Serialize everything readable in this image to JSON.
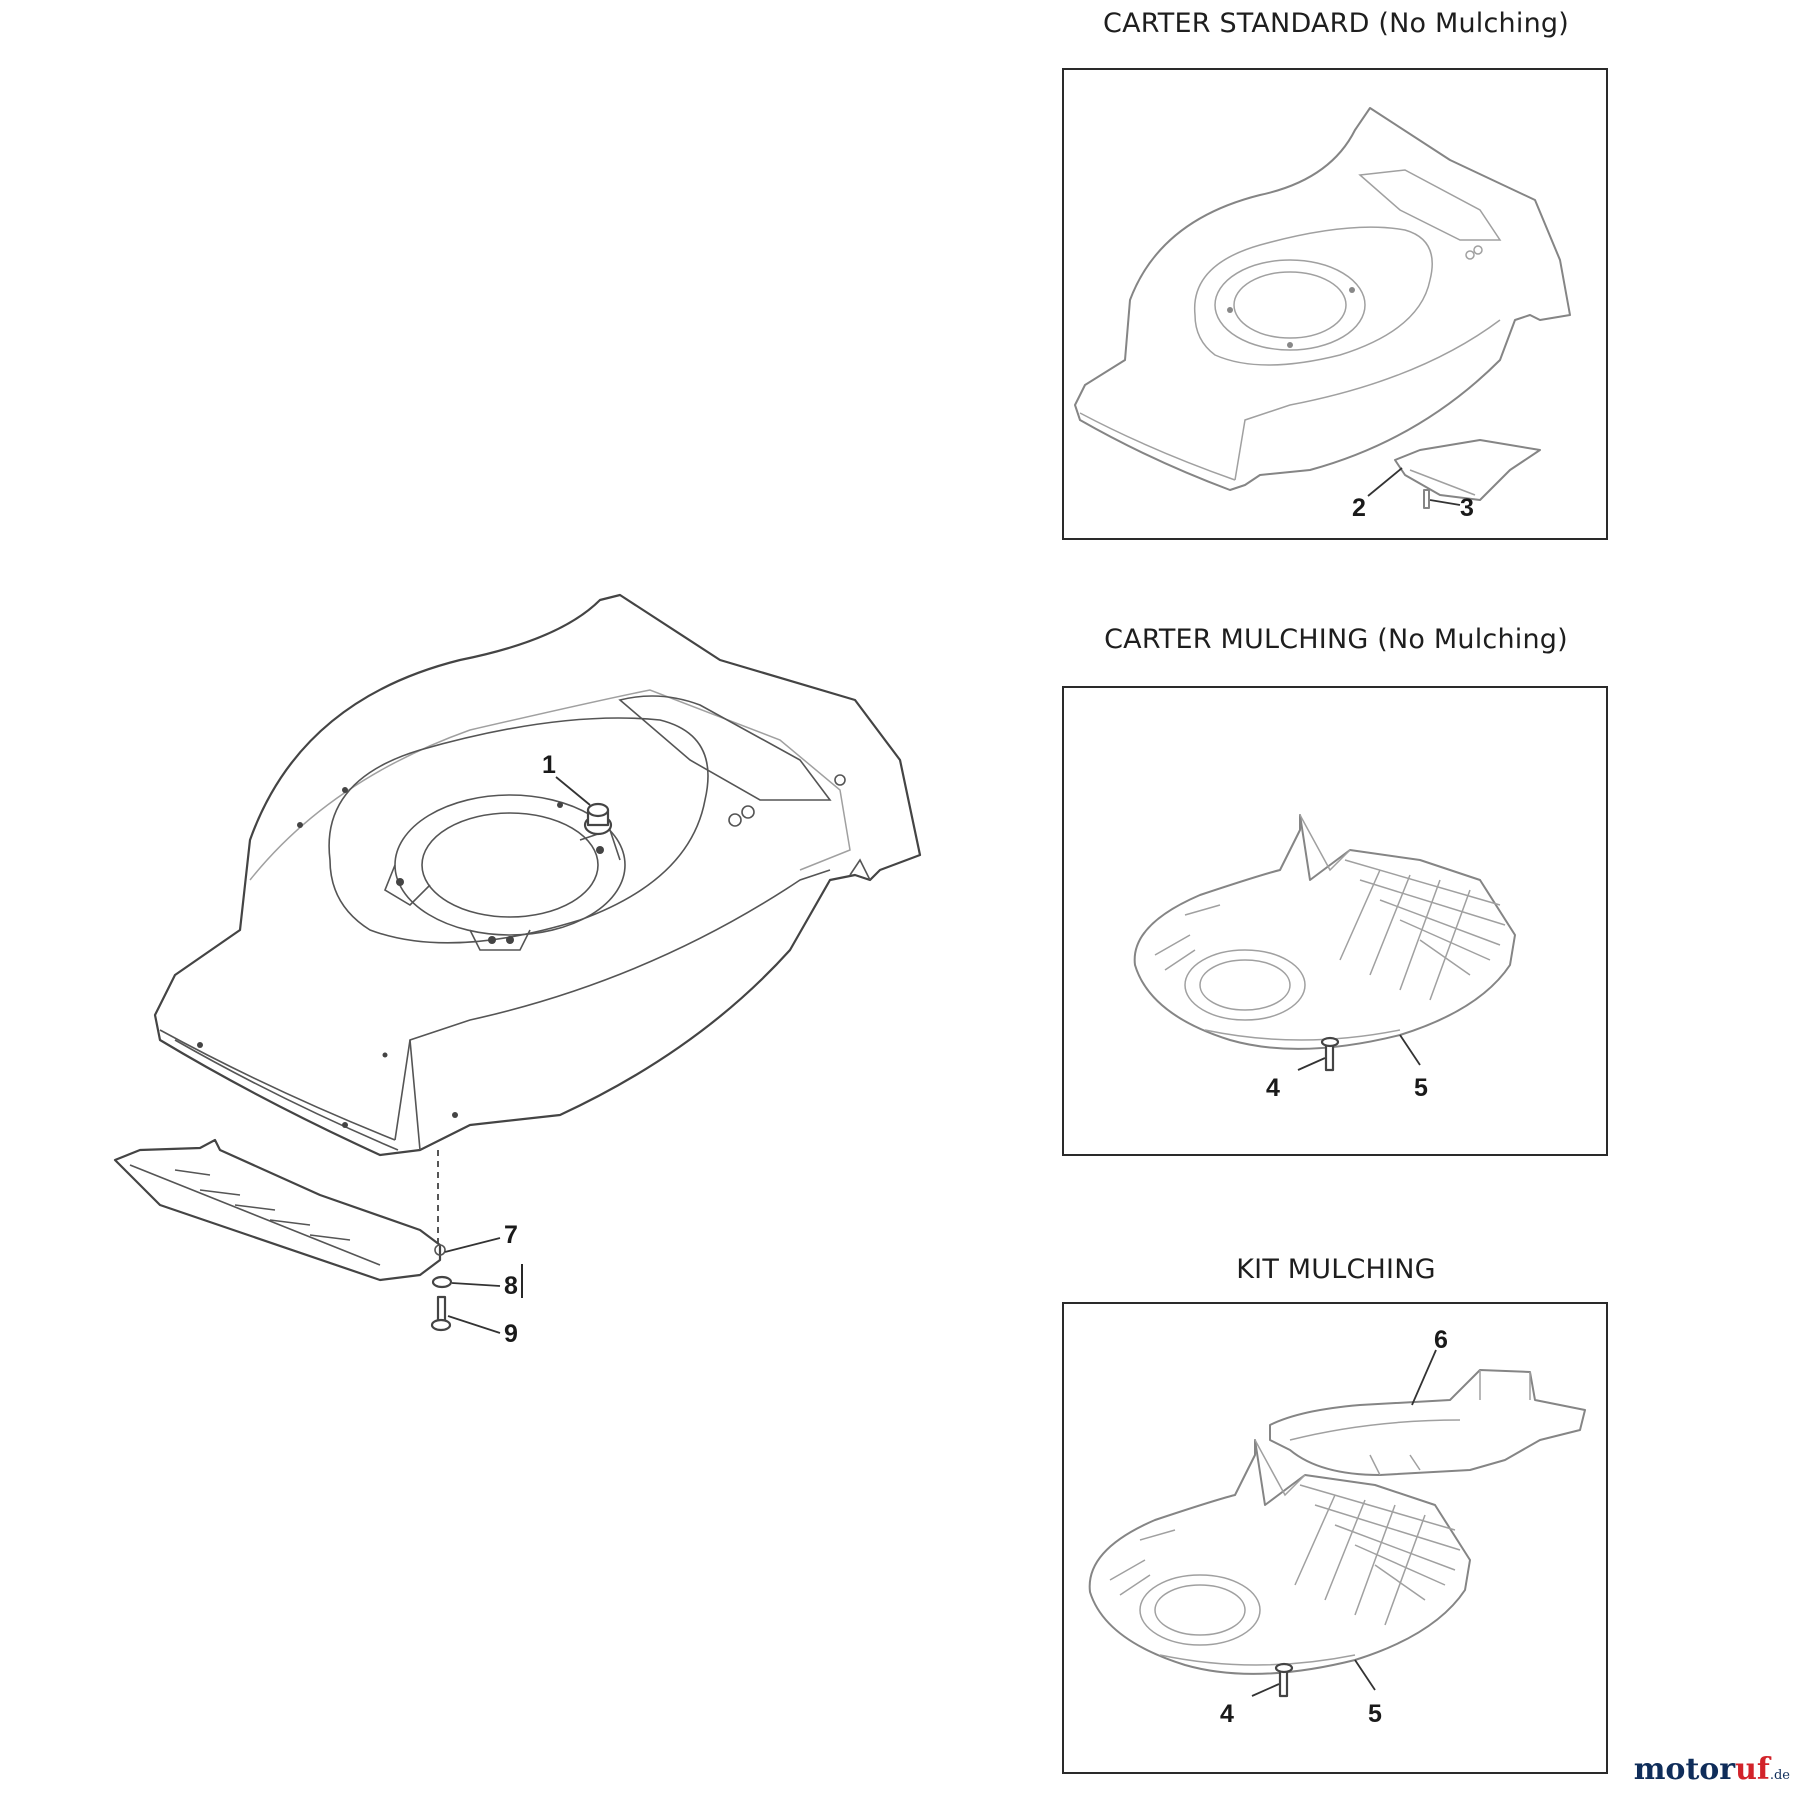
{
  "panels": {
    "standard": {
      "title": "CARTER STANDARD (No Mulching)"
    },
    "mulching": {
      "title": "CARTER MULCHING (No Mulching)"
    },
    "kit": {
      "title": "KIT MULCHING"
    }
  },
  "callouts": {
    "c1": "1",
    "c2": "2",
    "c3": "3",
    "c4a": "4",
    "c5a": "5",
    "c4b": "4",
    "c5b": "5",
    "c6": "6",
    "c7": "7",
    "c8": "8",
    "c9": "9"
  },
  "watermark": {
    "part1": "motor",
    "part2": "uf",
    "suffix": ".de"
  },
  "colors": {
    "frame": "#2a2a2a",
    "watermark_blue": "#0f2d5a",
    "watermark_red": "#d2232a"
  }
}
